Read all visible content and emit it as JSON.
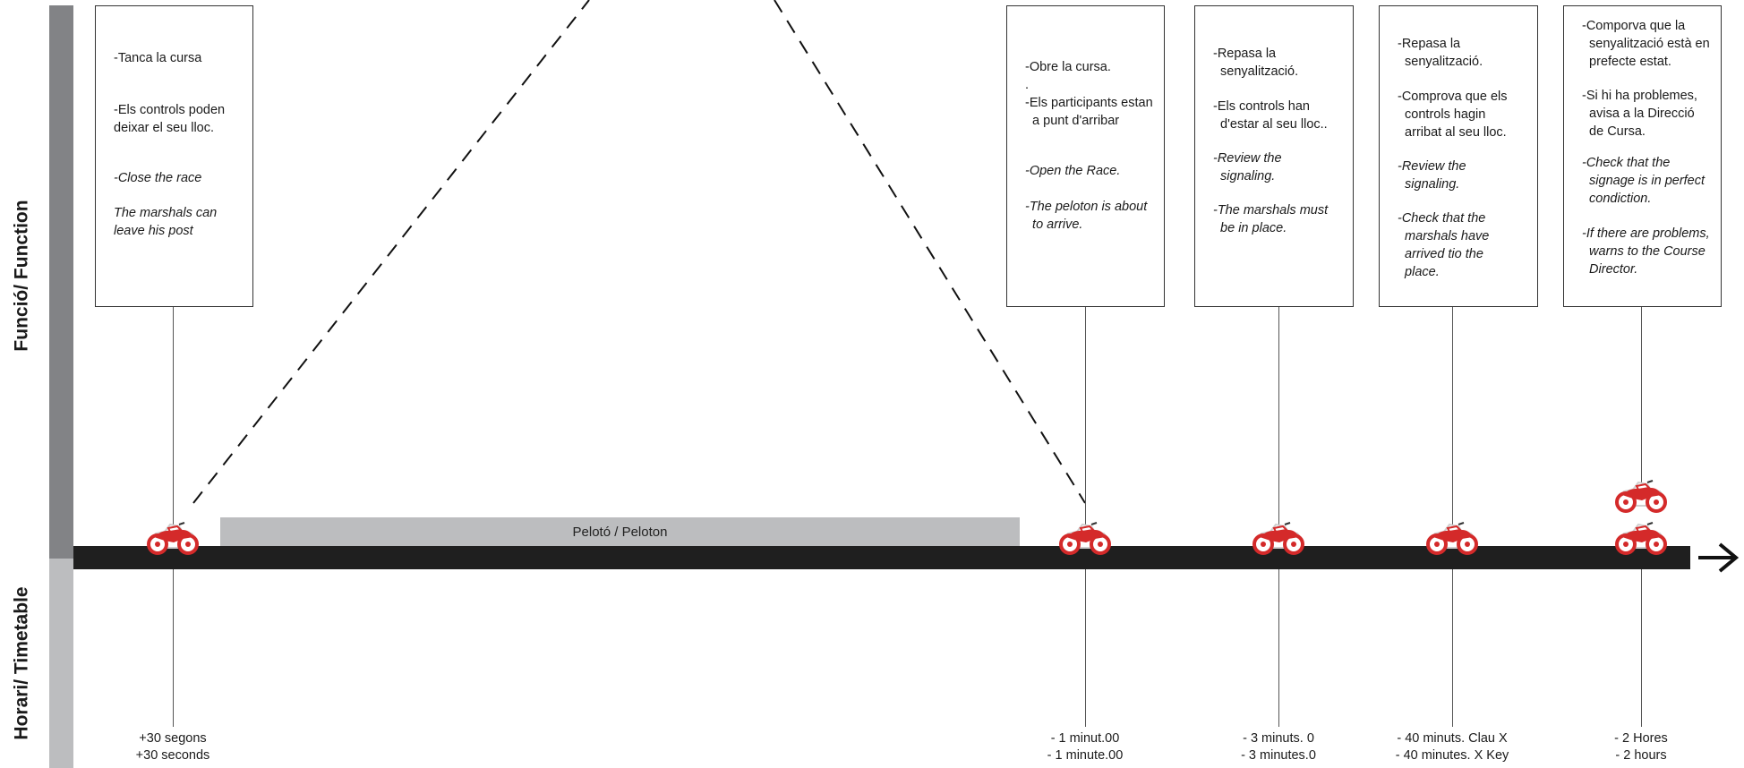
{
  "sidebar": {
    "function_label": "Funció/ Function",
    "timetable_label": "Horari/ Timetable",
    "function_bar_color": "#828386",
    "timetable_bar_color": "#bcbdbf"
  },
  "timeline": {
    "bar_color": "#1f1f1f",
    "peloton_label": "Pelotó / Peloton",
    "arrow_icon": "right-arrow-icon",
    "vehicle_icon": "motorcycle-icon",
    "vehicle_color": "#d42a2a"
  },
  "boxes": [
    {
      "id": "close",
      "groups": [
        [
          "-Tanca la cursa"
        ],
        [
          "-Els controls poden",
          "deixar el seu lloc."
        ],
        [
          "-Close the race"
        ],
        [
          "The marshals can",
          "leave his post"
        ]
      ]
    },
    {
      "id": "open",
      "groups": [
        [
          "-Obre la cursa.",
          "."
        ],
        [
          "-Els participants estan",
          "  a punt d'arribar"
        ],
        [
          "-Open the Race."
        ],
        [
          "-The peloton is about",
          "  to arrive."
        ]
      ]
    },
    {
      "id": "signal",
      "groups": [
        [
          "-Repasa la",
          "  senyalització."
        ],
        [
          "-Els controls han",
          "  d'estar al seu lloc.."
        ],
        [
          "-Review the",
          "  signaling."
        ],
        [
          "-The marshals must",
          "  be in place."
        ]
      ]
    },
    {
      "id": "marshals",
      "groups": [
        [
          "-Repasa la",
          "  senyalització."
        ],
        [
          "-Comprova que els",
          "  controls hagin",
          "  arribat al seu lloc."
        ],
        [
          "-Review the",
          "  signaling."
        ],
        [
          "-Check that the",
          "  marshals have",
          "  arrived tio the",
          "  place."
        ]
      ]
    },
    {
      "id": "check",
      "groups": [
        [
          "-Comporva que la",
          "  senyalització està en",
          "  prefecte estat."
        ],
        [
          "-Si hi ha problemes,",
          "  avisa a la Direcció",
          "  de Cursa."
        ],
        [
          "-Check that the",
          "  signage is in perfect",
          "  condiction."
        ],
        [
          "-If there are problems,",
          "  warns to the Course",
          "  Director."
        ]
      ]
    }
  ],
  "times": [
    {
      "id": "close",
      "line1": "+30 segons",
      "line2": "+30 seconds"
    },
    {
      "id": "open",
      "line1": "- 1 minut.00",
      "line2": "- 1 minute.00"
    },
    {
      "id": "signal",
      "line1": "- 3 minuts. 0",
      "line2": "- 3 minutes.0"
    },
    {
      "id": "marshals",
      "line1": "- 40 minuts. Clau X",
      "line2": "- 40 minutes. X Key"
    },
    {
      "id": "check",
      "line1": "- 2 Hores",
      "line2": "- 2 hours"
    }
  ]
}
